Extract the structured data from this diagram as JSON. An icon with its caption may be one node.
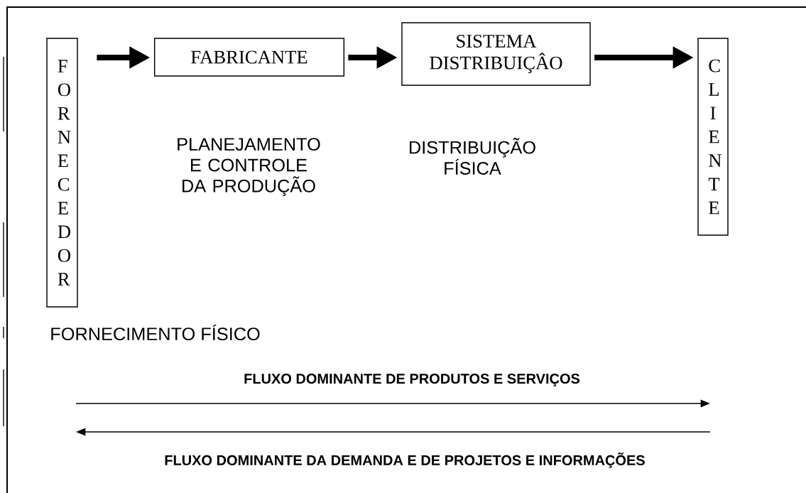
{
  "diagram": {
    "nodes": [
      {
        "text": [
          "F O R N E C E D O R"
        ]
      },
      {
        "text": [
          "FABRICANTE"
        ]
      },
      {
        "text": [
          "SISTEMA DISTRIBUIÇÂO"
        ]
      },
      {
        "text": [
          "C L I E N T E"
        ]
      }
    ],
    "edges": [
      {
        "from": 0,
        "to": 1,
        "arrow": "to"
      },
      {
        "from": 1,
        "to": 2,
        "arrow": "to"
      },
      {
        "from": 2,
        "to": 3,
        "arrow": "to"
      }
    ],
    "labels": [
      "PLANEJAMENTO E CONTROLE DA PRODUÇÃO",
      "DISTRIBUIÇÃO FÍSICA",
      "FORNECIMENTO FÍSICO",
      "FLUXO DOMINANTE DE PRODUTOS E SERVIÇOS",
      "FLUXO DOMINANTE DA DEMANDA E DE PROJETOS E INFORMAÇÕES"
    ]
  }
}
